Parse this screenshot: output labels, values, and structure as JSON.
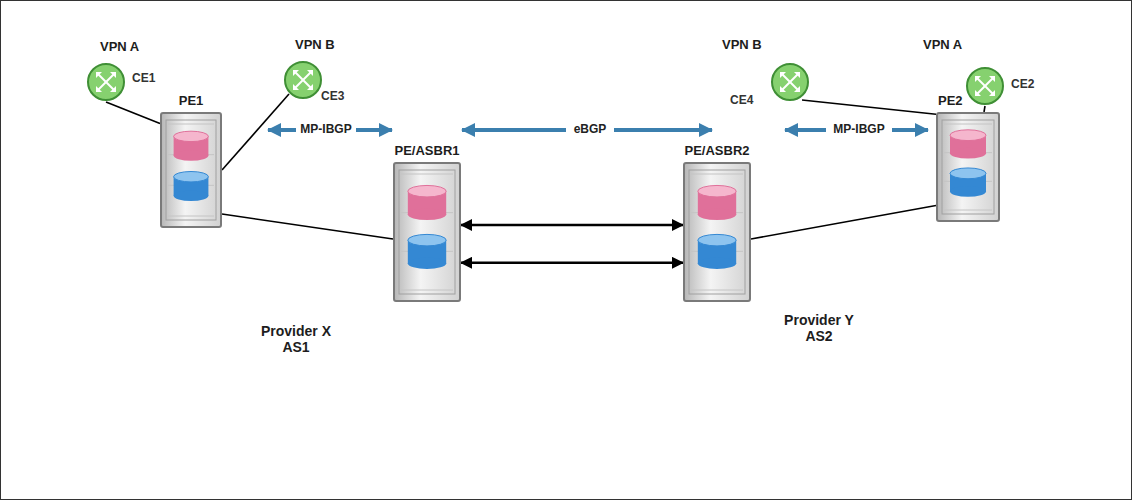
{
  "diagram": {
    "nodes": [
      {
        "text": [
          "VPN A"
        ]
      },
      {
        "text": [
          "CE1"
        ],
        "in": 0
      },
      {
        "text": [
          "VPN B"
        ]
      },
      {
        "text": [
          "CE3"
        ],
        "in": 2
      },
      {
        "text": [
          "VPN B"
        ]
      },
      {
        "text": [
          "CE4"
        ],
        "in": 4
      },
      {
        "text": [
          "VPN A"
        ]
      },
      {
        "text": [
          "CE2"
        ],
        "in": 6
      },
      {
        "text": [
          "PE1"
        ]
      },
      {
        "text": [
          "Provider X AS1"
        ]
      },
      {
        "text": [
          "PE/ASBR1"
        ]
      },
      {
        "text": [
          "PE/ASBR2"
        ]
      },
      {
        "text": [
          "Provider Y AS2"
        ]
      },
      {
        "text": [
          "PE2"
        ]
      }
    ],
    "edges": [
      {
        "from": 1,
        "to": 8,
        "arrow": "none"
      },
      {
        "from": 3,
        "to": 8,
        "arrow": "none"
      },
      {
        "from": 8,
        "to": 10,
        "arrow": "none"
      },
      {
        "from": 10,
        "to": 11,
        "arrow": "both"
      },
      {
        "from": 10,
        "to": 11,
        "arrow": "both"
      },
      {
        "from": 11,
        "to": 13,
        "arrow": "none"
      },
      {
        "from": 5,
        "to": 13,
        "arrow": "none"
      },
      {
        "from": 7,
        "to": 13,
        "arrow": "none"
      }
    ],
    "labels": [
      "MP-IBGP",
      "eBGP",
      "MP-IBGP"
    ]
  }
}
